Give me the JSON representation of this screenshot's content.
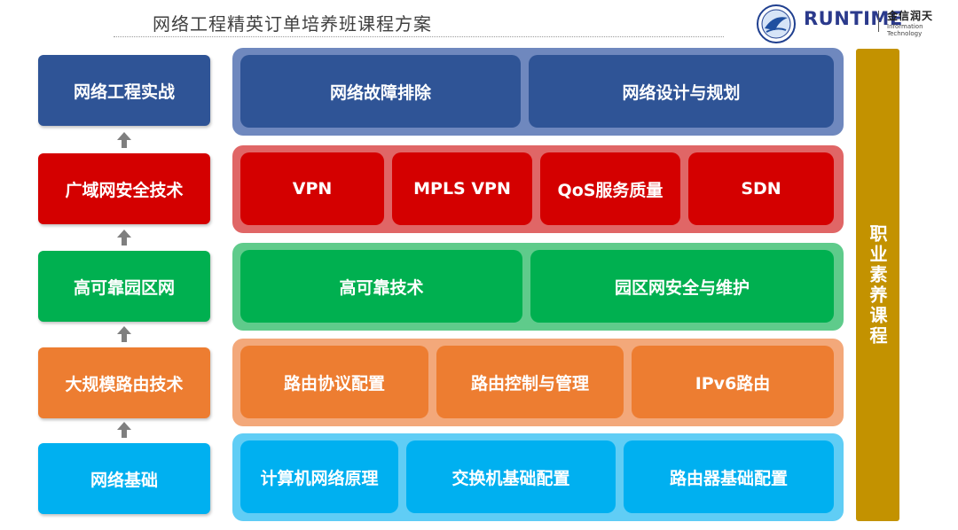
{
  "header": {
    "title": "网络工程精英订单培养班课程方案",
    "logo_brand": "RUNTIME",
    "logo_cn": "金信润天",
    "logo_en": "Information Technology"
  },
  "levels": [
    {
      "label": "网络工程实战",
      "modules": [
        "网络故障排除",
        "网络设计与规划"
      ]
    },
    {
      "label": "广域网安全技术",
      "modules": [
        "VPN",
        "MPLS VPN",
        "QoS服务质量",
        "SDN"
      ]
    },
    {
      "label": "高可靠园区网",
      "modules": [
        "高可靠技术",
        "园区网安全与维护"
      ]
    },
    {
      "label": "大规模路由技术",
      "modules": [
        "路由协议配置",
        "路由控制与管理",
        "IPv6路由"
      ]
    },
    {
      "label": "网络基础",
      "modules": [
        "计算机网络原理",
        "交换机基础配置",
        "路由器基础配置"
      ]
    }
  ],
  "side_label": "职业素养课程",
  "colors": {
    "navy": "#2f5496",
    "red": "#d40000",
    "green": "#00b050",
    "orange": "#ed7d31",
    "sky": "#00b0f0",
    "gold": "#c39200"
  }
}
